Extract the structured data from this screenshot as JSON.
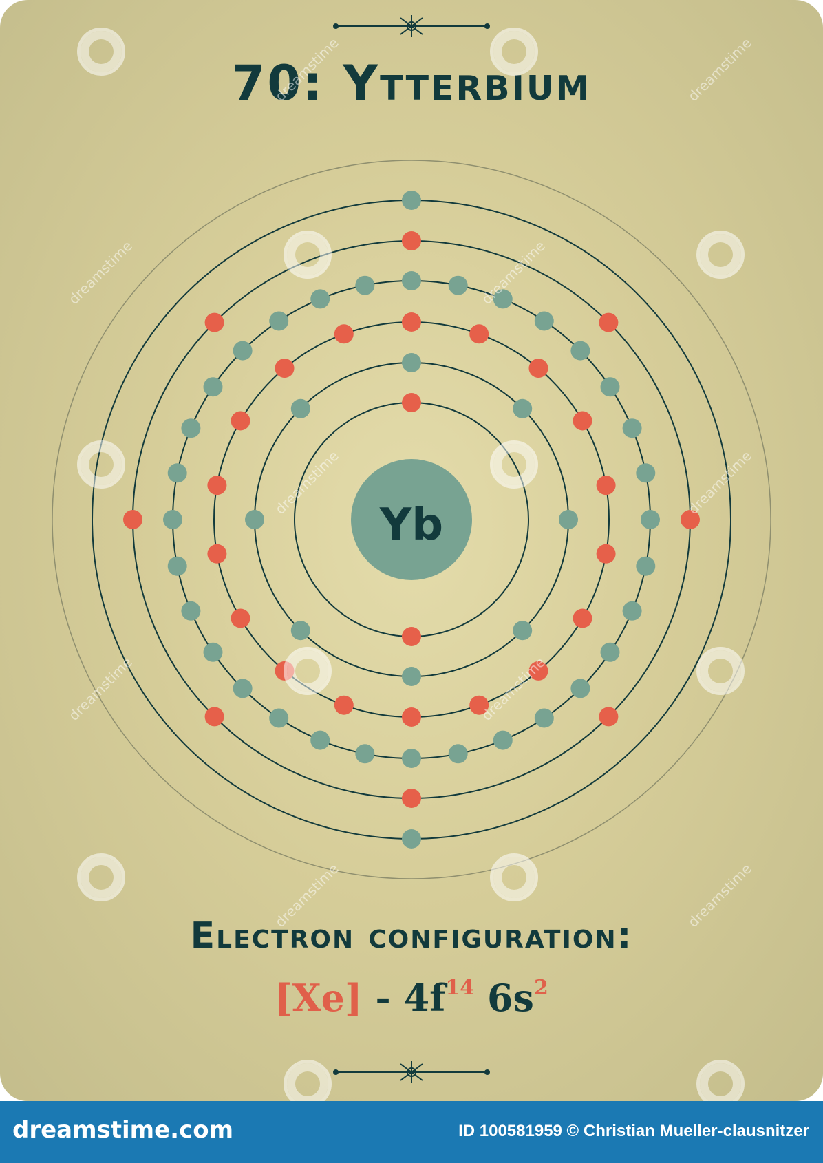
{
  "title": "70: Ytterbium",
  "element_symbol": "Yb",
  "shells": [
    2,
    8,
    18,
    32,
    8,
    2
  ],
  "config_label": "Electron configuration:",
  "config": {
    "core_open": "[",
    "core": "Xe",
    "core_close": "]",
    "dash": " - ",
    "orbital1": "4f",
    "orbital1_exp": "14",
    "orbital2": " 6s",
    "orbital2_exp": "2"
  },
  "watermark": "dreamstime",
  "footer": {
    "brand": "dreamstime.com",
    "credit": "ID 100581959 © Christian Mueller-clausnitzer"
  },
  "colors": {
    "teal": "#78a392",
    "red": "#e6604a",
    "dark": "#123a3c",
    "footer": "#1b79b3"
  }
}
